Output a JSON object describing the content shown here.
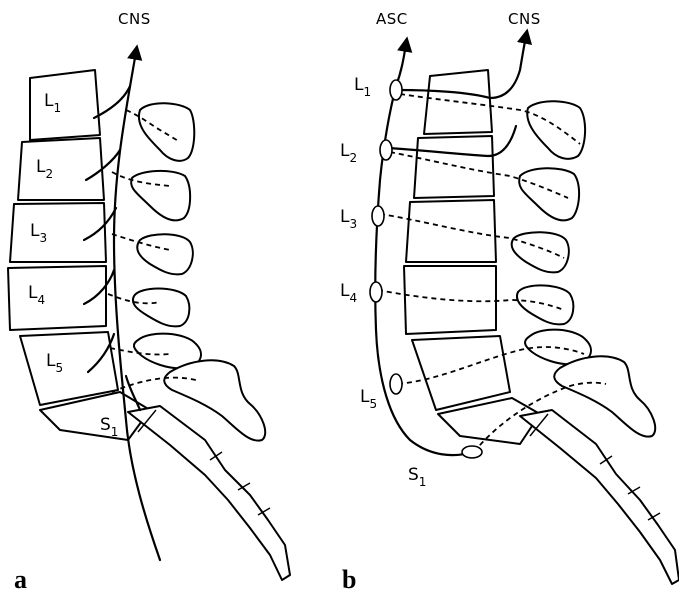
{
  "panel_a": {
    "panel_label": "a",
    "target_label": "CNS",
    "levels": [
      {
        "letter": "L",
        "num": "1"
      },
      {
        "letter": "L",
        "num": "2"
      },
      {
        "letter": "L",
        "num": "3"
      },
      {
        "letter": "L",
        "num": "4"
      },
      {
        "letter": "L",
        "num": "5"
      },
      {
        "letter": "S",
        "num": "1"
      }
    ]
  },
  "panel_b": {
    "panel_label": "b",
    "target_left": "ASC",
    "target_right": "CNS",
    "levels": [
      {
        "letter": "L",
        "num": "1"
      },
      {
        "letter": "L",
        "num": "2"
      },
      {
        "letter": "L",
        "num": "3"
      },
      {
        "letter": "L",
        "num": "4"
      },
      {
        "letter": "L",
        "num": "5"
      },
      {
        "letter": "S",
        "num": "1"
      }
    ]
  }
}
